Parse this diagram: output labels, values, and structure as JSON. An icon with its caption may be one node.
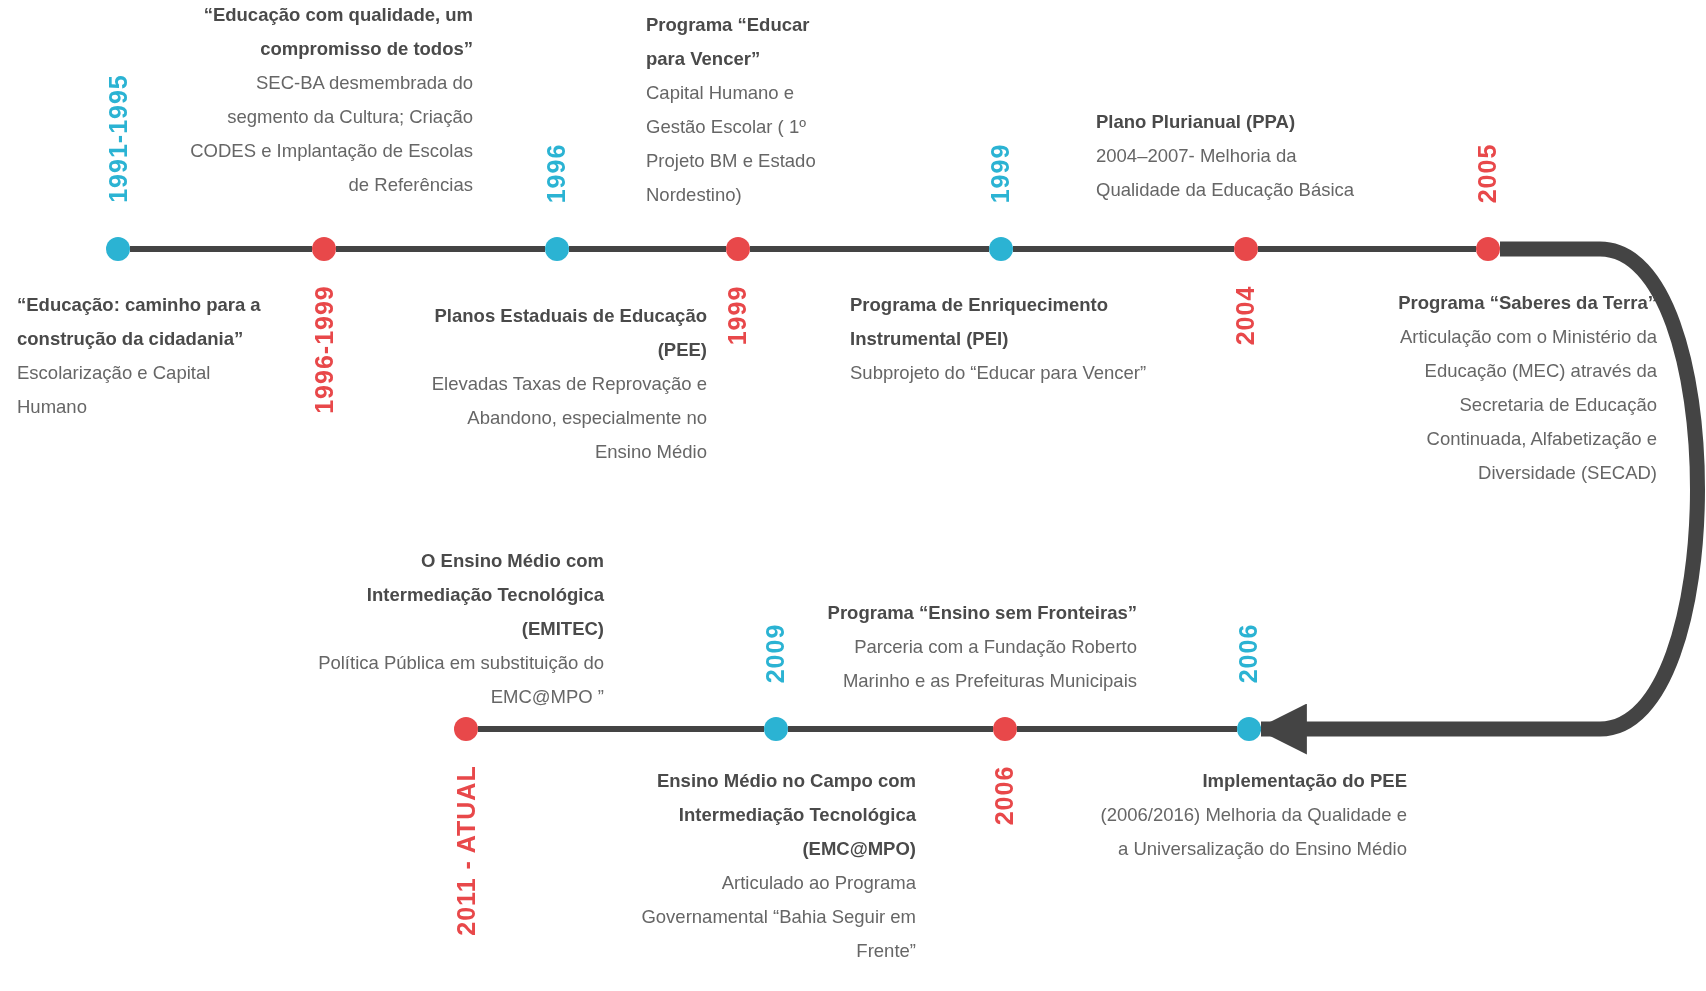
{
  "diagram": {
    "nodes": [
      {
        "text": [],
        "shape": "circle",
        "beside": [
          "1991-1995",
          "“Educação: caminho para a construção da cidadania”",
          "Escolarização e Capital Humano"
        ]
      },
      {
        "text": [],
        "shape": "circle",
        "beside": [
          "1996-1999",
          "“Educação com qualidade, um compromisso de todos”",
          "SEC-BA desmembrada do segmento da Cultura; Criação CODES e Implantação de Escolas de Referências"
        ]
      },
      {
        "text": [],
        "shape": "circle",
        "beside": [
          "1996",
          "Planos Estaduais de Educação (PEE)",
          "Elevadas Taxas de Reprovação e Abandono, especialmente no Ensino Médio"
        ]
      },
      {
        "text": [],
        "shape": "circle",
        "beside": [
          "1999",
          "Programa “Educar para Vencer”",
          "Capital Humano e Gestão Escolar ( 1º Projeto BM e Estado Nordestino)"
        ]
      },
      {
        "text": [],
        "shape": "circle",
        "beside": [
          "1999",
          "Programa de Enriquecimento Instrumental (PEI)",
          "Subprojeto do “Educar para Vencer”"
        ]
      },
      {
        "text": [],
        "shape": "circle",
        "beside": [
          "2004",
          "Plano Plurianual (PPA)",
          "2004–2007- Melhoria da Qualidade da Educação Básica"
        ]
      },
      {
        "text": [],
        "shape": "circle",
        "beside": [
          "2005",
          "Programa “Saberes da Terra”",
          "Articulação com o Ministério da Educação (MEC) através da Secretaria de Educação Continuada, Alfabetização e Diversidade (SECAD)"
        ]
      },
      {
        "text": [],
        "shape": "circle",
        "beside": [
          "2006",
          "Implementação do PEE",
          "(2006/2016) Melhoria da Qualidade e a Universalização do Ensino Médio"
        ]
      },
      {
        "text": [],
        "shape": "circle",
        "beside": [
          "2006",
          "Programa “Ensino sem Fronteiras”",
          "Parceria com a Fundação Roberto Marinho e as Prefeituras Municipais"
        ]
      },
      {
        "text": [],
        "shape": "circle",
        "beside": [
          "2009",
          "Ensino Médio no Campo com Intermediação Tecnológica (EMC@MPO)",
          "Articulado ao Programa Governamental “Bahia Seguir em Frente”"
        ]
      },
      {
        "text": [],
        "shape": "circle",
        "beside": [
          "2011 - ATUAL",
          "O Ensino Médio com Intermediação Tecnológica (EMITEC)",
          "Política Pública em substituição do EMC@MPO ”"
        ]
      }
    ],
    "edges": [
      {
        "from": 0,
        "to": 1,
        "arrow": "none"
      },
      {
        "from": 1,
        "to": 2,
        "arrow": "none"
      },
      {
        "from": 2,
        "to": 3,
        "arrow": "none"
      },
      {
        "from": 3,
        "to": 4,
        "arrow": "none"
      },
      {
        "from": 4,
        "to": 5,
        "arrow": "none"
      },
      {
        "from": 5,
        "to": 6,
        "arrow": "none"
      },
      {
        "from": 6,
        "to": 7,
        "arrow": "to",
        "style": "thick"
      },
      {
        "from": 7,
        "to": 8,
        "arrow": "none"
      },
      {
        "from": 8,
        "to": 9,
        "arrow": "none"
      },
      {
        "from": 9,
        "to": 10,
        "arrow": "none"
      }
    ]
  }
}
